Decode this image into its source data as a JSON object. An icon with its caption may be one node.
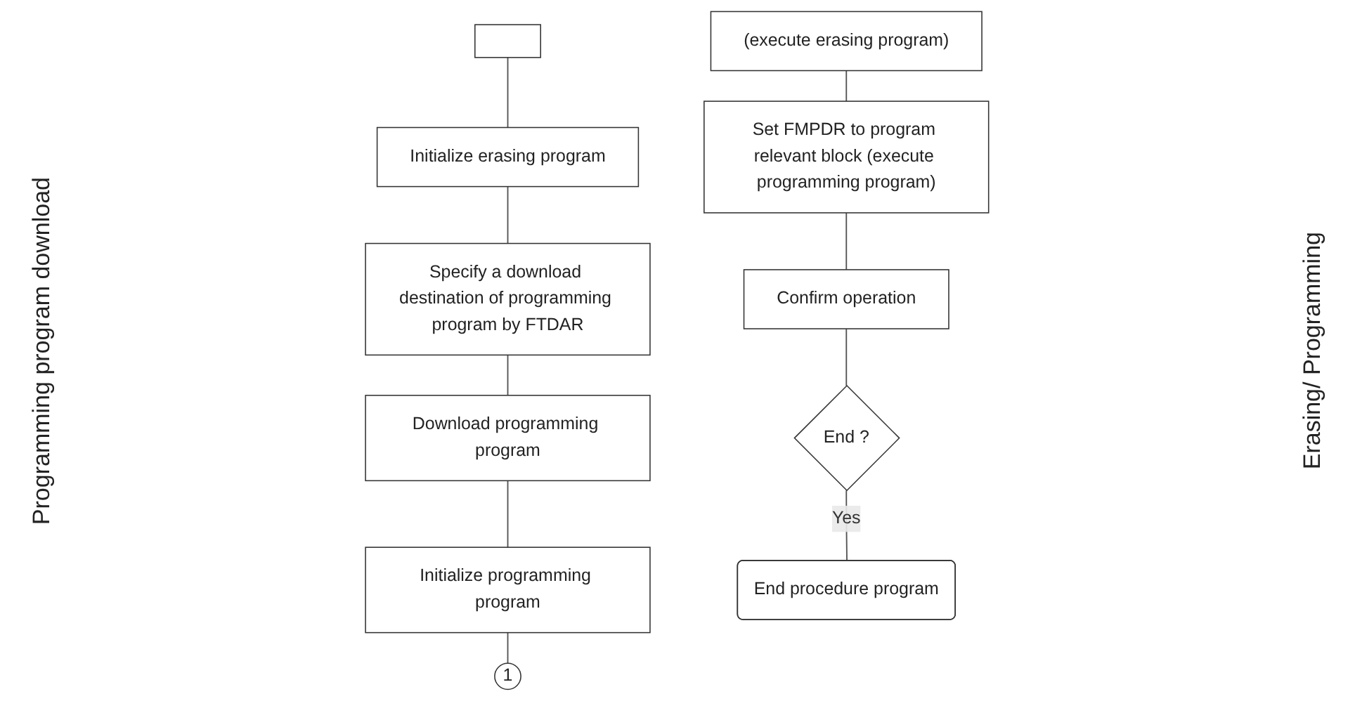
{
  "diagram": {
    "nodes": [
      {
        "text": [],
        "shape": "box"
      },
      {
        "text": [
          "Initialize erasing program"
        ]
      },
      {
        "text": [
          "Specify a download destination of programming program by FTDAR"
        ]
      },
      {
        "text": [
          "Download programming program"
        ]
      },
      {
        "text": [
          "Initialize programming program"
        ]
      },
      {
        "text": [
          "1"
        ]
      },
      {
        "text": [
          "(execute erasing program)"
        ]
      },
      {
        "text": [
          "Set FMPDR to program relevant block (execute programming program)"
        ]
      },
      {
        "text": [
          "Confirm operation"
        ]
      },
      {
        "text": [
          "End ?"
        ]
      },
      {
        "text": [
          "End procedure program"
        ]
      }
    ],
    "edges": [
      {
        "from": 0,
        "to": 1,
        "arrow": "none"
      },
      {
        "from": 1,
        "to": 2,
        "arrow": "none"
      },
      {
        "from": 2,
        "to": 3,
        "arrow": "none"
      },
      {
        "from": 3,
        "to": 4,
        "arrow": "none"
      },
      {
        "from": 4,
        "to": 5,
        "arrow": "none"
      },
      {
        "from": 6,
        "to": 7,
        "arrow": "none"
      },
      {
        "from": 7,
        "to": 8,
        "arrow": "none"
      },
      {
        "from": 8,
        "to": 9,
        "arrow": "none"
      },
      {
        "from": 9,
        "to": 10,
        "arrow": "none",
        "label": "Yes"
      }
    ],
    "labels": [
      "Programming program download",
      "Erasing/ Programming"
    ]
  }
}
